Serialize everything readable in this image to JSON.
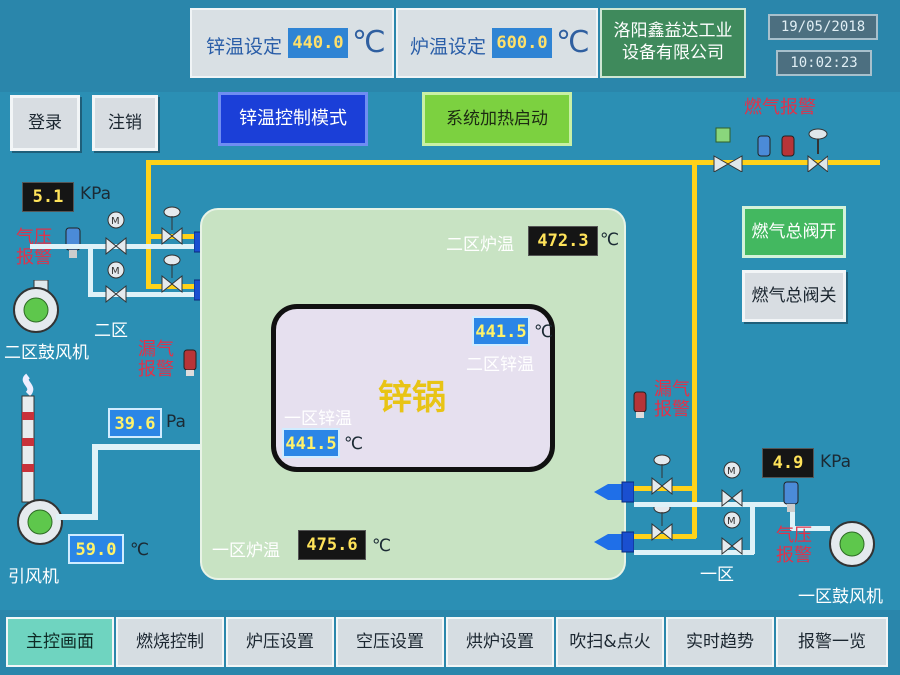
{
  "header": {
    "zinc_temp_label": "锌温设定",
    "zinc_temp_value": "440.0",
    "furnace_temp_label": "炉温设定",
    "furnace_temp_value": "600.0",
    "unit_celsius": "℃",
    "company_line1": "洛阳鑫益达工业",
    "company_line2": "设备有限公司",
    "date": "19/05/2018",
    "time": "10:02:23"
  },
  "buttons": {
    "login": "登录",
    "logout": "注销",
    "mode": "锌温控制模式",
    "heat_start": "系统加热启动",
    "gas_valve_open": "燃气总阀开",
    "gas_valve_close": "燃气总阀关"
  },
  "labels": {
    "gas_alarm": "燃气报警",
    "air_pressure_alarm_left": [
      "气压",
      "报警"
    ],
    "air_pressure_alarm_right": [
      "气压",
      "报警"
    ],
    "leak_alarm_left": [
      "漏气",
      "报警"
    ],
    "leak_alarm_right": [
      "漏气",
      "报警"
    ],
    "zone2": "二区",
    "zone1": "一区",
    "zone2_blower": "二区鼓风机",
    "zone1_blower": "一区鼓风机",
    "induced_fan": "引风机",
    "zone2_furnace_temp": "二区炉温",
    "zone1_furnace_temp": "一区炉温",
    "zone2_zinc_temp": "二区锌温",
    "zone1_zinc_temp": "一区锌温",
    "zinc_pot": "锌锅"
  },
  "values": {
    "pressure_left": "5.1",
    "pressure_left_unit": "KPa",
    "pressure_right": "4.9",
    "pressure_right_unit": "KPa",
    "draft_pressure": "39.6",
    "draft_pressure_unit": "Pa",
    "exhaust_temp": "59.0",
    "zone2_furnace_temp": "472.3",
    "zone1_furnace_temp": "475.6",
    "zone2_zinc_temp": "441.5",
    "zone1_zinc_temp": "441.5",
    "unit_c": "℃"
  },
  "tabs": [
    {
      "label": "主控画面",
      "active": true
    },
    {
      "label": "燃烧控制",
      "active": false
    },
    {
      "label": "炉压设置",
      "active": false
    },
    {
      "label": "空压设置",
      "active": false
    },
    {
      "label": "烘炉设置",
      "active": false
    },
    {
      "label": "吹扫&点火",
      "active": false
    },
    {
      "label": "实时趋势",
      "active": false
    },
    {
      "label": "报警一览",
      "active": false
    }
  ],
  "colors": {
    "background": "#2b8fb4",
    "gas_pipe": "#ffd21a",
    "air_pipe": "#dff2f8",
    "alarm_text": "#e0324a"
  }
}
